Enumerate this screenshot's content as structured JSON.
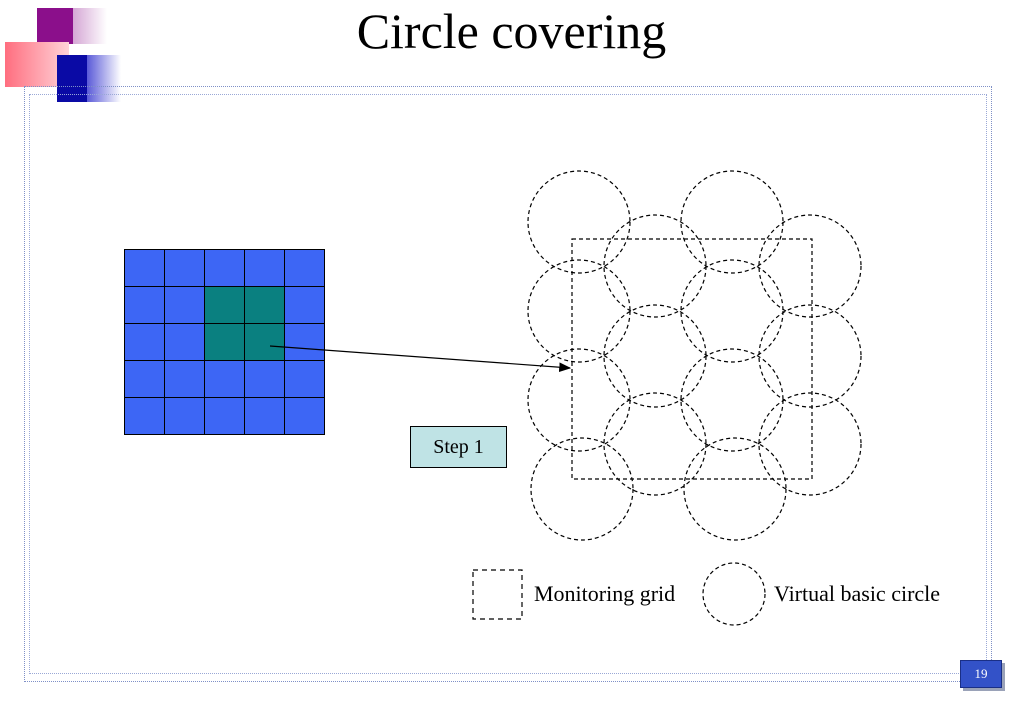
{
  "slide": {
    "title": "Circle covering",
    "step_label": "Step 1",
    "page_number": "19"
  },
  "legend": {
    "monitoring_grid_label": "Monitoring grid",
    "virtual_circle_label": "Virtual basic circle"
  },
  "grid": {
    "rows": 5,
    "cols": 5,
    "highlighted_cells": [
      [
        1,
        2
      ],
      [
        1,
        3
      ],
      [
        2,
        2
      ],
      [
        2,
        3
      ]
    ]
  },
  "colors": {
    "grid_cell": "#3d66f5",
    "grid_highlight": "#0a8080",
    "step_box": "#bfe3e5",
    "page_badge": "#3352c8"
  }
}
